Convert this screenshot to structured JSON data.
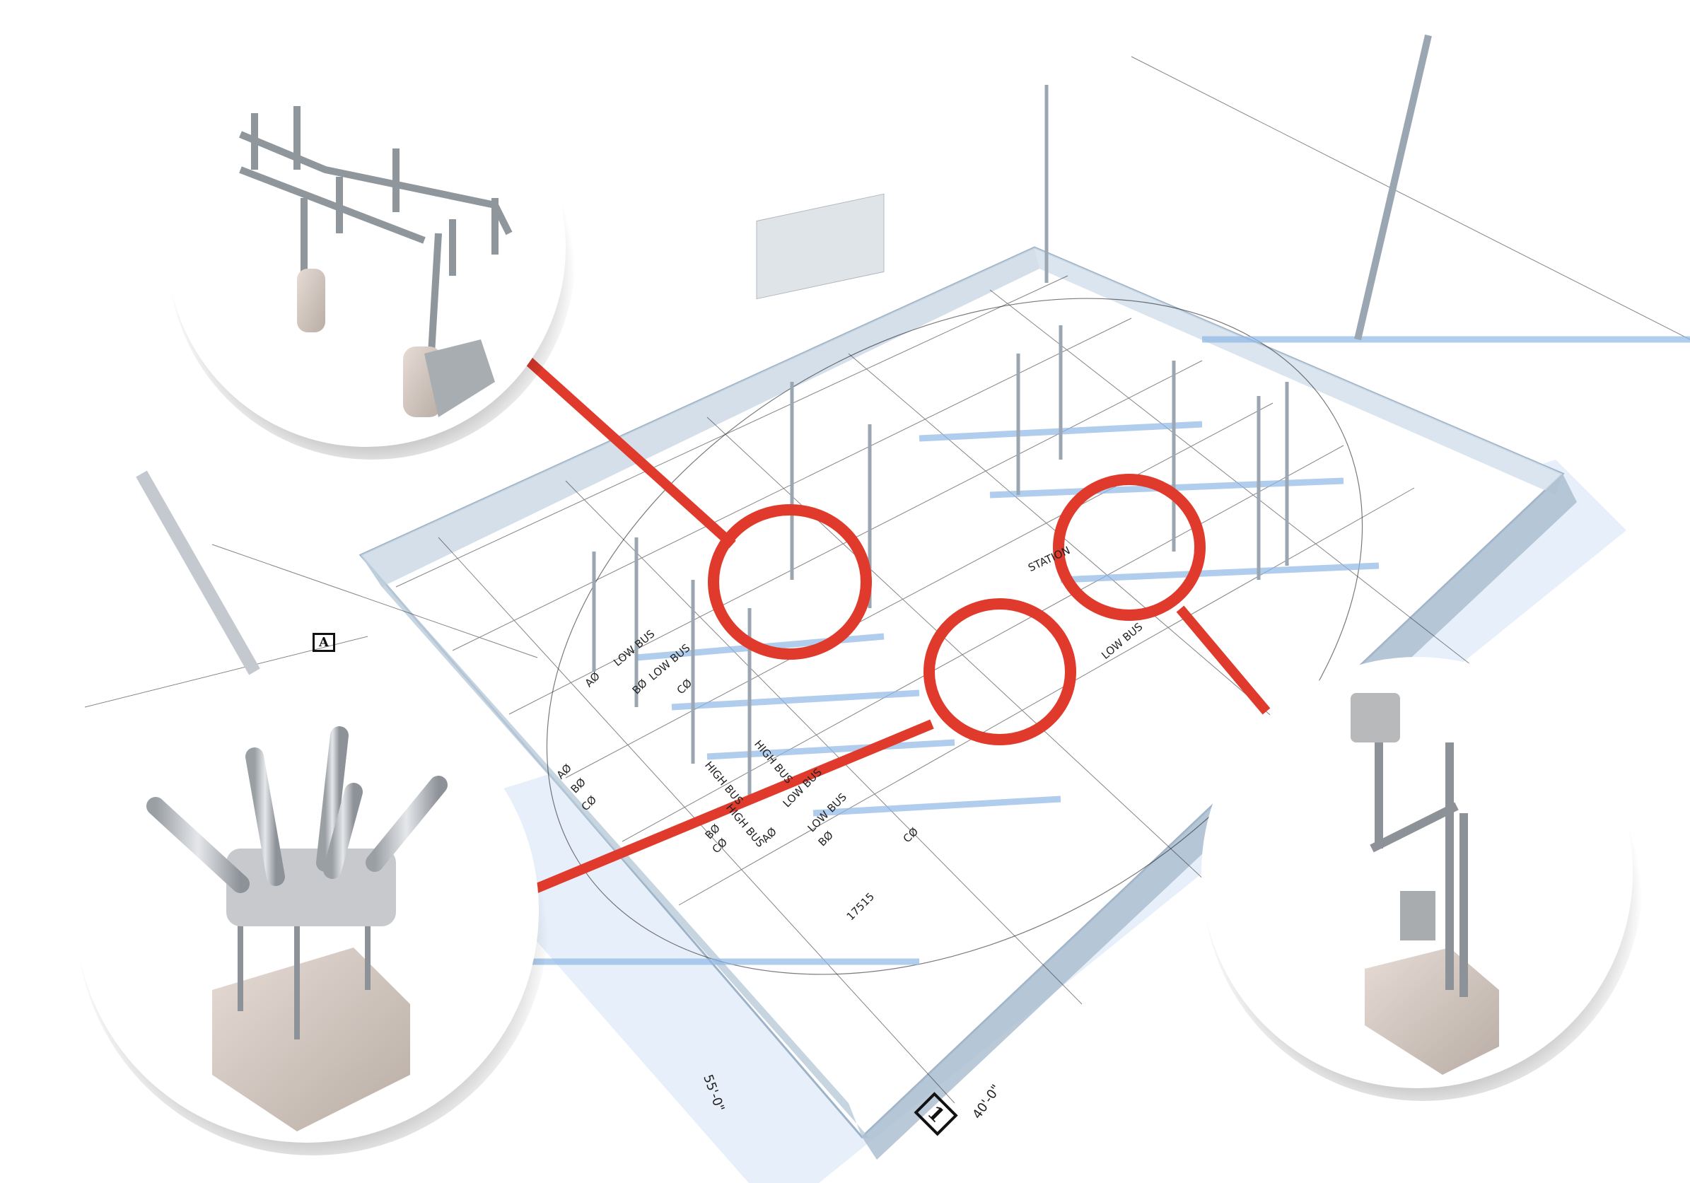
{
  "colors": {
    "callout_red": "#e03a2c",
    "plan_blue": "#8fb8e6",
    "fence_gray": "#b7c3cf",
    "equipment_gray": "#c9c9c9"
  },
  "plan_labels": {
    "low_bus": "LOW BUS",
    "high_bus": "HIGH BUS",
    "phase_a": "AØ",
    "phase_b": "BØ",
    "phase_c": "CØ",
    "station": "STATION",
    "equipment_id": "17515",
    "dimension_width": "40'-0\"",
    "dimension_length": "55'-0\"",
    "section_marker": "A",
    "grid_marker": "1"
  },
  "callouts": [
    {
      "name": "disconnect-switch-detail"
    },
    {
      "name": "circuit-breaker-detail"
    },
    {
      "name": "recloser-detail"
    }
  ]
}
